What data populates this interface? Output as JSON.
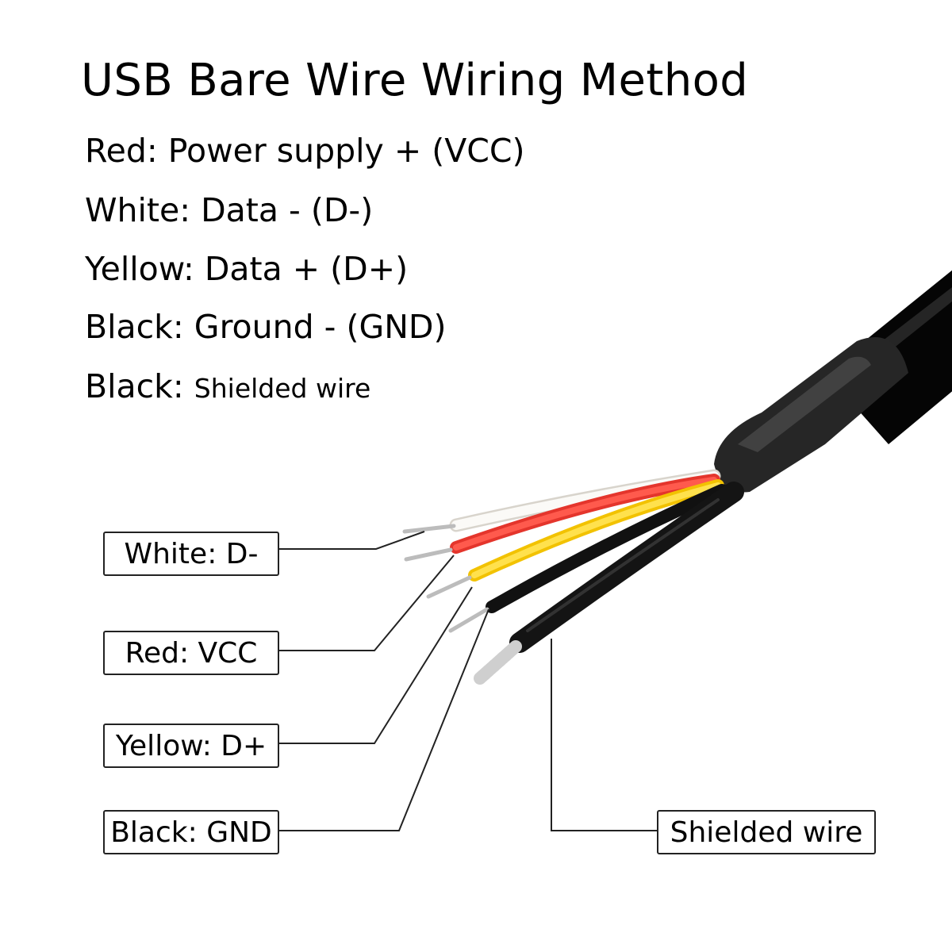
{
  "title": "USB Bare Wire Wiring Method",
  "legend": [
    {
      "color_name": "Red:",
      "description": "Power supply + (VCC)"
    },
    {
      "color_name": "White:",
      "description": "Data - (D-)"
    },
    {
      "color_name": "Yellow:",
      "description": "Data + (D+)"
    },
    {
      "color_name": "Black:",
      "description": "Ground - (GND)"
    },
    {
      "color_name": "Black:",
      "description": "Shielded wire"
    }
  ],
  "callouts": {
    "white": "White: D-",
    "red": "Red: VCC",
    "yellow": "Yellow: D+",
    "black_gnd": "Black: GND",
    "shield": "Shielded wire"
  },
  "colors": {
    "white_wire": "#f4f1ec",
    "red_wire": "#f0443a",
    "yellow_wire": "#ffd21f",
    "black_wire": "#111111",
    "cable_jacket": "#0a0a0a",
    "heat_shrink": "#2a2a2a",
    "bare_copper": "#c9c9c9"
  }
}
